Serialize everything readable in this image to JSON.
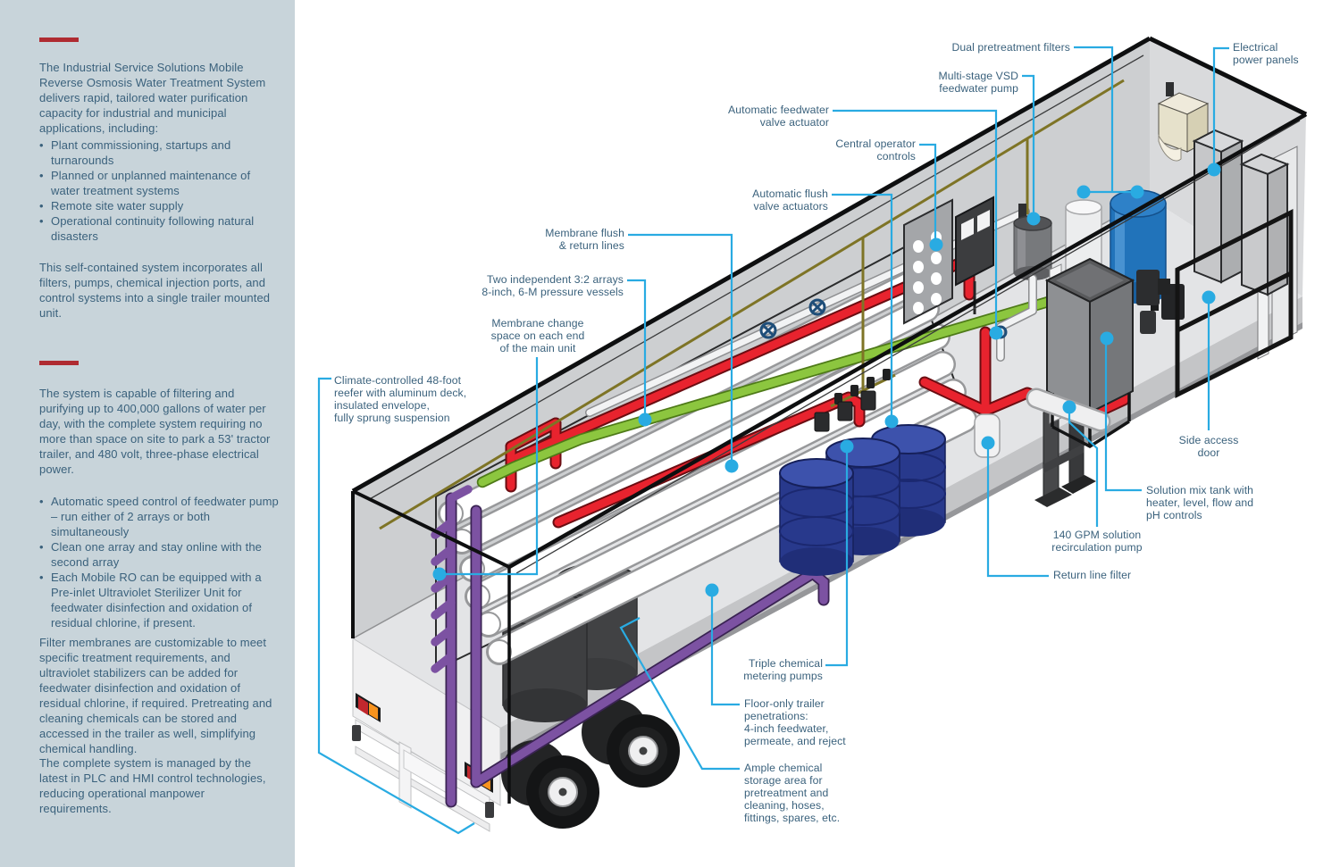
{
  "colors": {
    "sidebar_bg": "#C8D4DA",
    "accent_red": "#AF2B31",
    "callout_blue": "#29ABE2",
    "text_blue_gray": "#3A617C",
    "pipe_red": "#E8232E",
    "pipe_green": "#8CC63F",
    "pipe_purple": "#7C52A2",
    "drum_navy": "#28398C",
    "tank_blue": "#2173BA"
  },
  "sidebar": {
    "intro": "The Industrial Service Solutions Mobile Reverse Osmosis Water Treatment System delivers rapid, tailored water purification capacity for industrial and municipal applications, including:",
    "bullets1": [
      "Plant commissioning, startups and turnarounds",
      "Planned or unplanned maintenance of water treatment systems",
      "Remote site water supply",
      "Operational continuity following natural disasters"
    ],
    "para2": "This self-contained system incorporates all filters, pumps, chemical injection ports, and control systems into a single trailer mounted unit.",
    "para3": "The system is capable of filtering and purifying up to 400,000 gallons of water per day, with the complete system requiring no more than space on site to park a 53' tractor trailer, and 480 volt, three-phase electrical power.",
    "bullets2": [
      "Automatic speed control of feedwater pump – run either of 2 arrays or both simultaneously",
      "Clean one array and stay online with the second array",
      "Each Mobile RO can be equipped with a Pre-inlet Ultraviolet Sterilizer Unit for feedwater disinfection and oxidation of residual chlorine, if present."
    ],
    "para4": "Filter membranes are customizable to meet specific treatment requirements, and ultraviolet stabilizers can be added for feedwater disinfection and oxidation of residual chlorine, if required. Pretreating and cleaning chemicals can be stored and accessed in the trailer as well, simplifying chemical handling.",
    "para5": "The complete system is managed by the latest in PLC and HMI control technologies, reducing operational manpower requirements."
  },
  "callouts": [
    {
      "id": "dual-pretreatment-filters",
      "text": "Dual pretreatment filters"
    },
    {
      "id": "multi-stage-vsd-feedwater-pump",
      "text": "Multi-stage VSD\nfeedwater pump"
    },
    {
      "id": "electrical-power-panels",
      "text": "Electrical\npower panels"
    },
    {
      "id": "automatic-feedwater-valve-actuator",
      "text": "Automatic feedwater\nvalve actuator"
    },
    {
      "id": "central-operator-controls",
      "text": "Central operator\ncontrols"
    },
    {
      "id": "automatic-flush-valve-actuators",
      "text": "Automatic flush\nvalve actuators"
    },
    {
      "id": "membrane-flush-return-lines",
      "text": "Membrane flush\n& return lines"
    },
    {
      "id": "two-independent-arrays",
      "text": "Two independent 3:2 arrays\n8-inch, 6-M pressure vessels"
    },
    {
      "id": "membrane-change-space",
      "text": "Membrane change\nspace on each end\nof the main unit"
    },
    {
      "id": "climate-controlled-reefer",
      "text": "Climate-controlled 48-foot\nreefer with aluminum deck,\ninsulated envelope,\nfully sprung suspension"
    },
    {
      "id": "side-access-door",
      "text": "Side access\ndoor"
    },
    {
      "id": "solution-mix-tank",
      "text": "Solution mix tank with\nheater, level, flow and\npH controls"
    },
    {
      "id": "140-gpm-recirculation-pump",
      "text": "140 GPM solution\nrecirculation pump"
    },
    {
      "id": "return-line-filter",
      "text": "Return line filter"
    },
    {
      "id": "triple-chemical-metering-pumps",
      "text": "Triple chemical\nmetering pumps"
    },
    {
      "id": "floor-only-trailer-penetrations",
      "text": "Floor-only trailer\npenetrations:\n4-inch feedwater,\npermeate, and reject"
    },
    {
      "id": "ample-chemical-storage",
      "text": "Ample chemical\nstorage area for\npretreatment and\ncleaning, hoses,\nfittings, spares, etc."
    }
  ]
}
